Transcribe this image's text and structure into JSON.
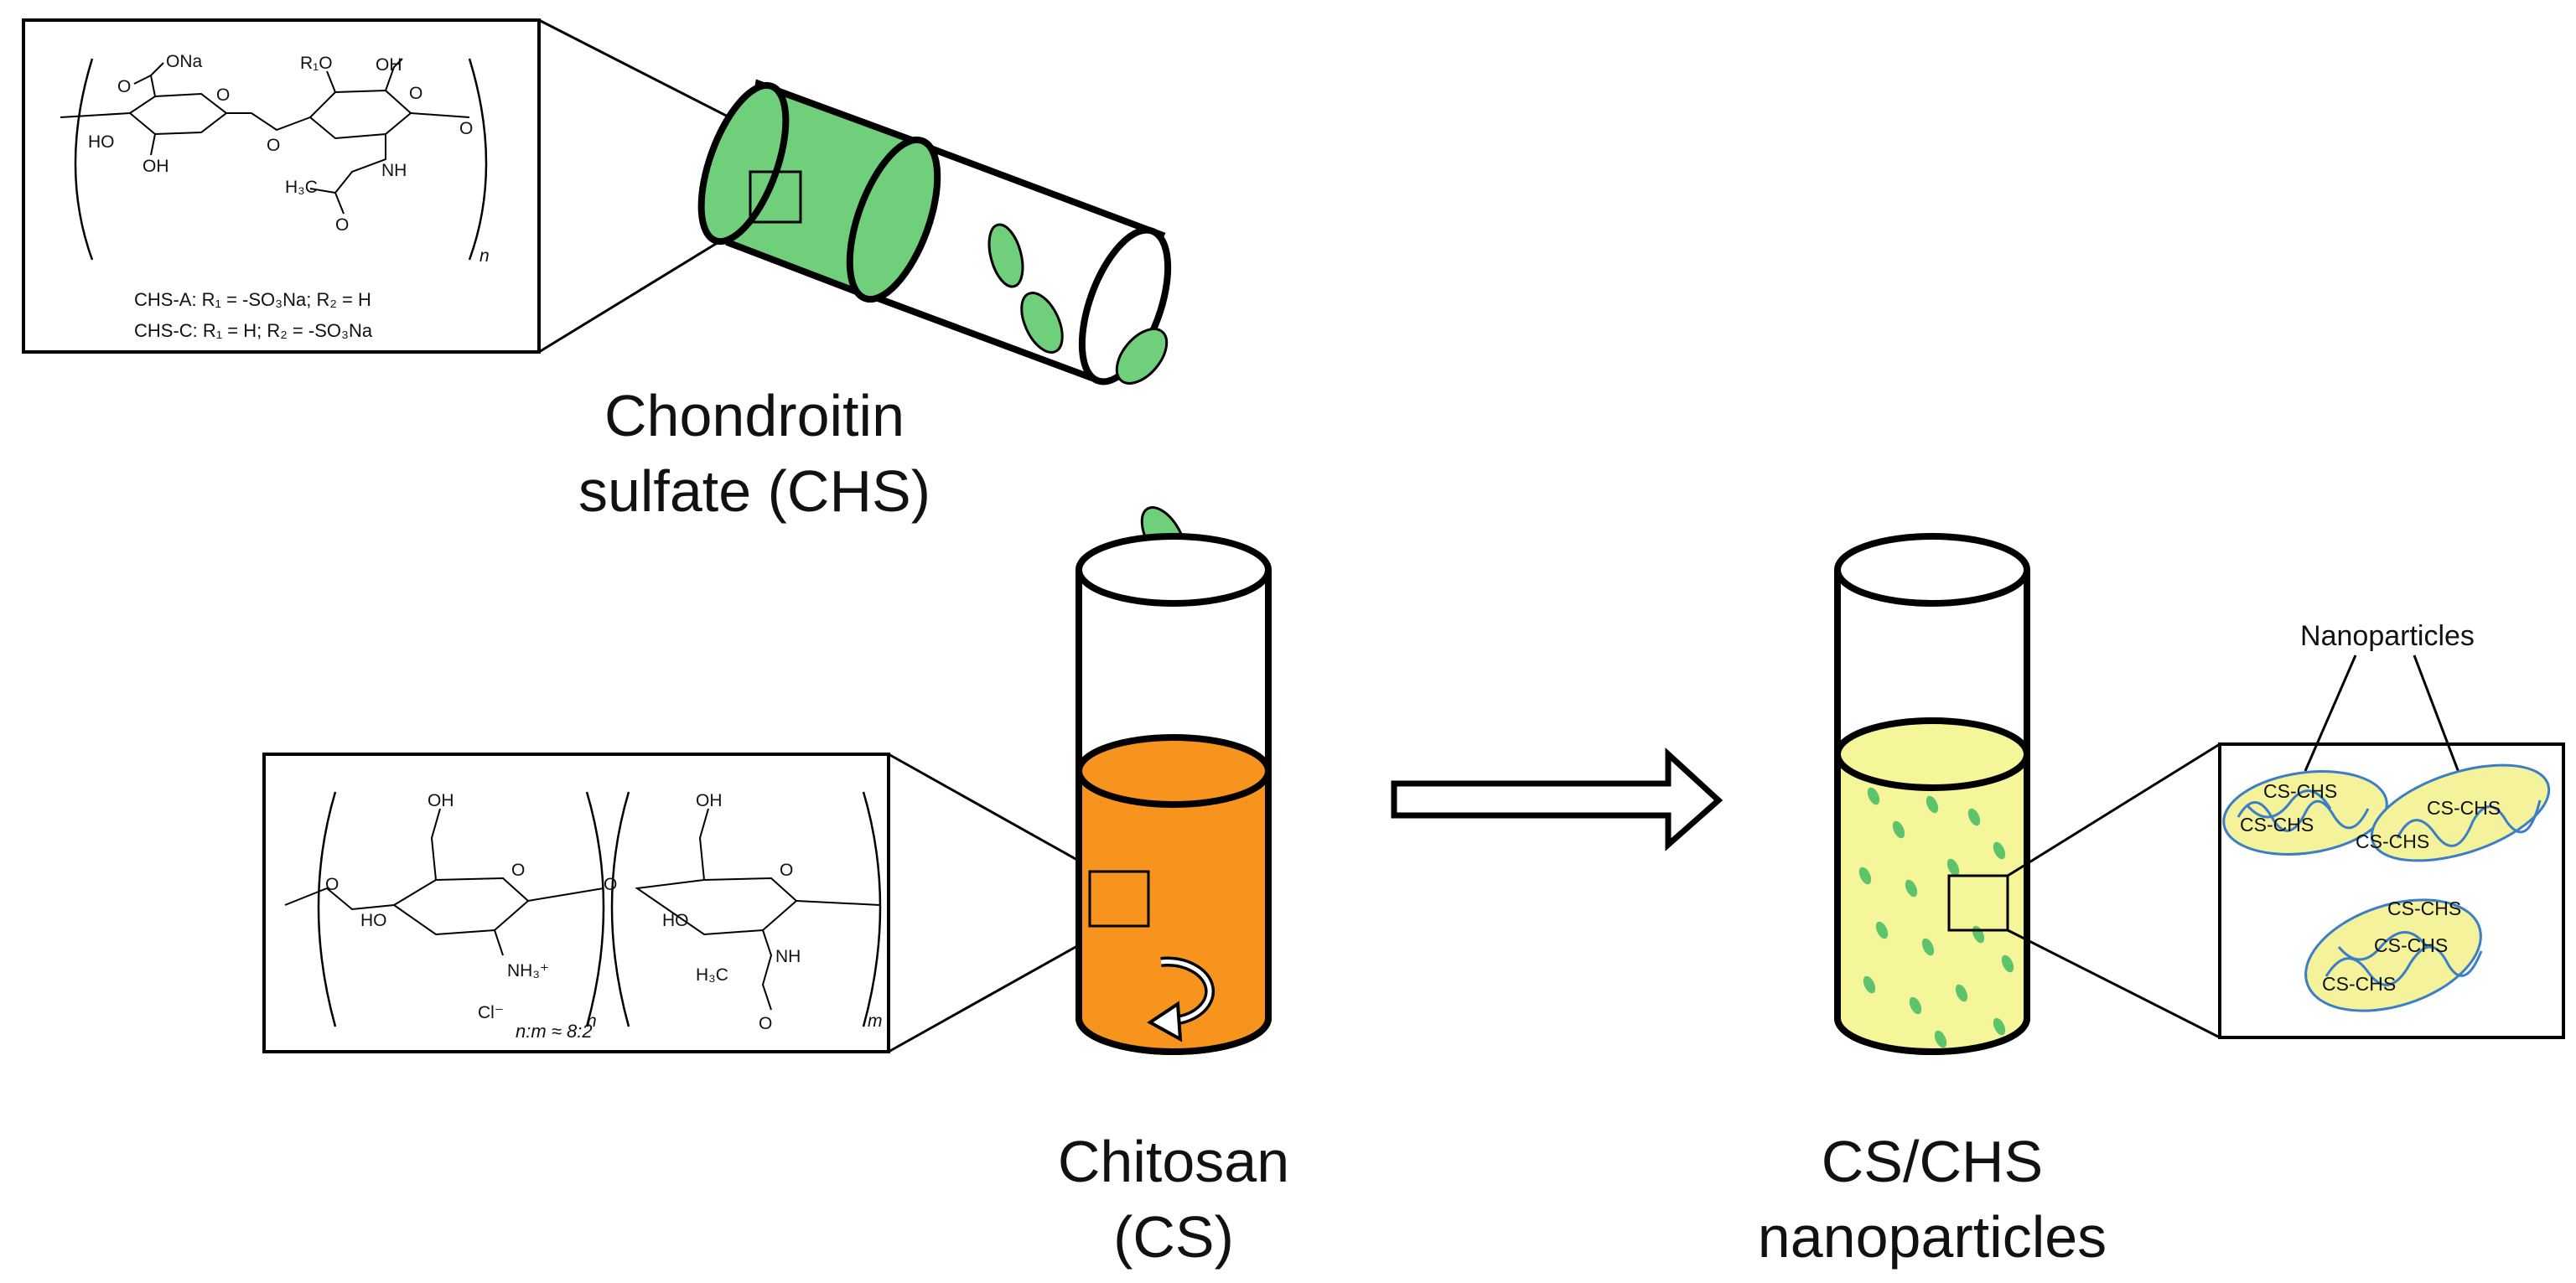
{
  "labels": {
    "chs": [
      "Chondroitin",
      "sulfate (CHS)"
    ],
    "cs": [
      "Chitosan",
      "(CS)"
    ],
    "np": [
      "CS/CHS",
      "nanoparticles"
    ]
  },
  "chs_structure": {
    "atoms": [
      "ONa",
      "O",
      "HO",
      "O",
      "OH",
      "O",
      "R₁O",
      "OH",
      "O",
      "O",
      "H₃C",
      "NH",
      "O"
    ],
    "n": "n",
    "legend": [
      "CHS-A: R₁ = -SO₃Na; R₂ = H",
      "CHS-C: R₁ = H; R₂ = -SO₃Na"
    ]
  },
  "cs_structure": {
    "atoms": [
      "OH",
      "O",
      "O",
      "HO",
      "NH₃⁺",
      "Cl⁻",
      "OH",
      "O",
      "O",
      "HO",
      "H₃C",
      "NH",
      "O"
    ],
    "n": "n",
    "m": "m",
    "ratio": "n:m ≈ 8:2"
  },
  "nanoparticle_inset": {
    "title": "Nanoparticles",
    "particle_labels": [
      "CS-CHS",
      "CS-CHS",
      "CS-CHS",
      "CS-CHS",
      "CS-CHS",
      "CS-CHS",
      "CS-CHS"
    ]
  },
  "colors": {
    "chs_green": "#6fcf7a",
    "chitosan_orange": "#f7941d",
    "np_yellow": "#f5f59a",
    "np_particle": "#f4f29a",
    "np_coil": "#3a7dc8",
    "outline": "#000000"
  }
}
